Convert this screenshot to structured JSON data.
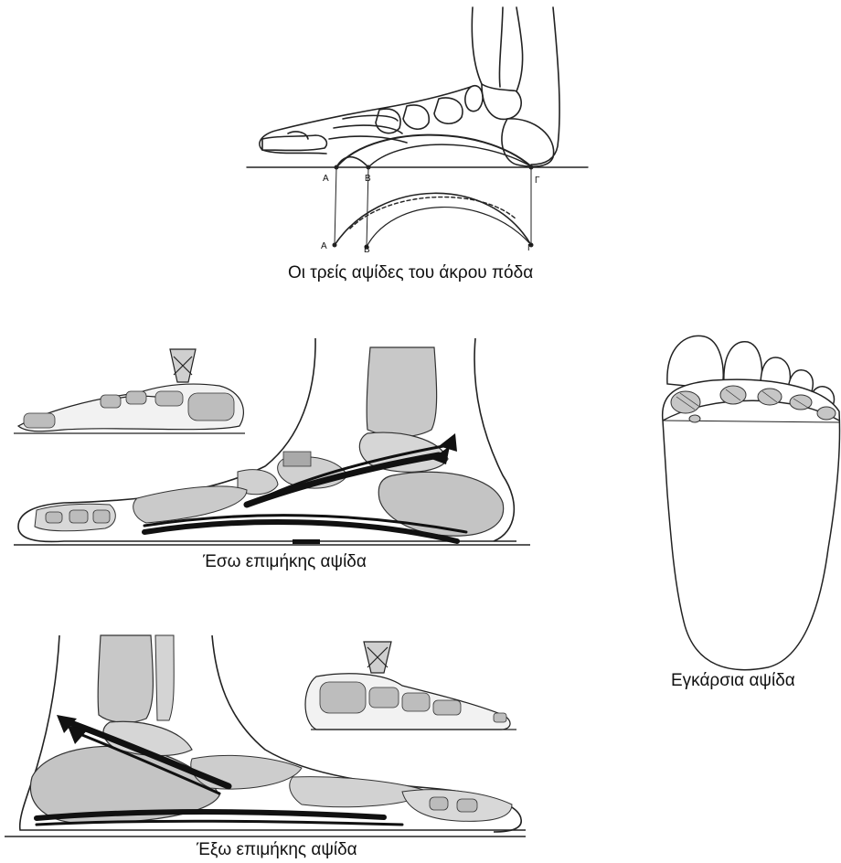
{
  "figure": {
    "panels": {
      "three_arches": {
        "caption": "Οι τρείς αψίδες του άκρου πόδα",
        "points": {
          "a": "Α",
          "b": "Β",
          "g": "Γ"
        }
      },
      "medial_arch": {
        "caption": "Έσω επιμήκης αψίδα"
      },
      "lateral_arch": {
        "caption": "Έξω επιμήκης αψίδα"
      },
      "transverse_arch": {
        "caption": "Εγκάρσια αψίδα"
      }
    }
  }
}
